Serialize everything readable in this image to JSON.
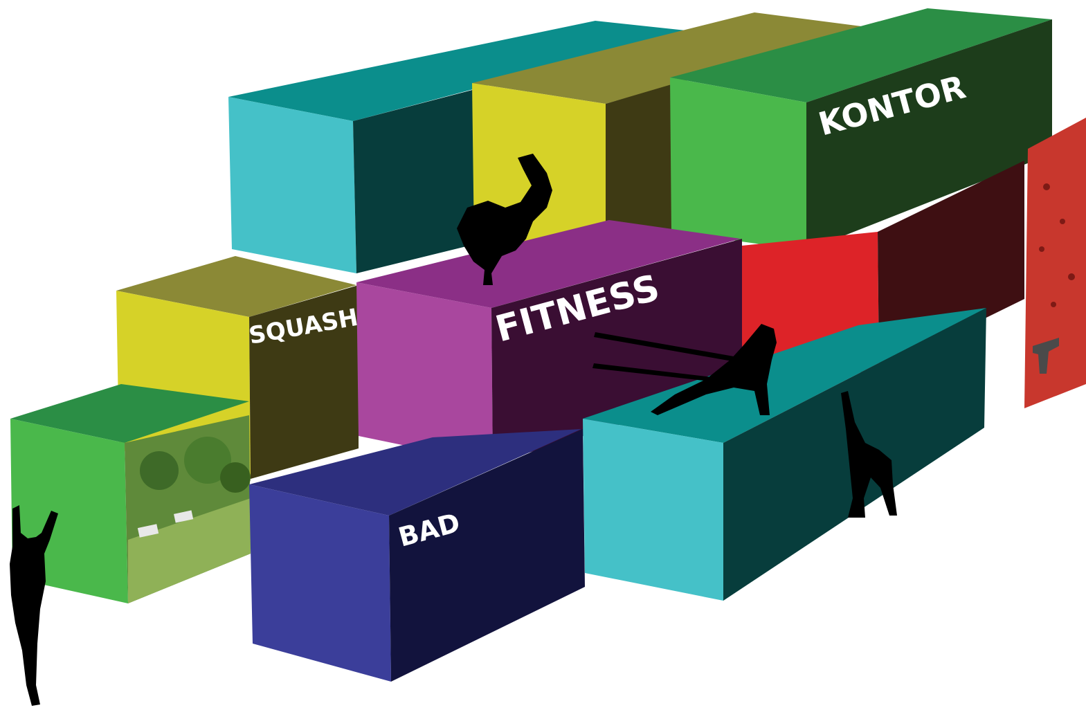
{
  "labels": {
    "kontor": "KONTOR",
    "fitness": "FITNESS",
    "squash": "SQUASH",
    "bad": "BAD"
  },
  "colors": {
    "background": "#ffffff",
    "teal_front": "#45c1c8",
    "teal_side": "#073d3c",
    "teal_top": "#0b8e8c",
    "yellow_front": "#d6d228",
    "yellow_side": "#3e3a14",
    "yellow_top": "#8b8936",
    "green_front": "#4ab84b",
    "green_side": "#1d3d1b",
    "green_top": "#2b8e45",
    "magenta_front": "#a9479e",
    "magenta_side": "#3a0e33",
    "magenta_top": "#8b2f86",
    "red_front": "#dd2328",
    "red_side": "#3e0f12",
    "blue_front": "#3b3e9a",
    "blue_side": "#12133d",
    "blue_top": "#2d2f7e",
    "silhouette": "#000000"
  },
  "silhouettes": [
    "breakdancer-handstand",
    "stretching-figure",
    "cartwheel-figure",
    "dancer-arms-up",
    "climber-wall"
  ]
}
